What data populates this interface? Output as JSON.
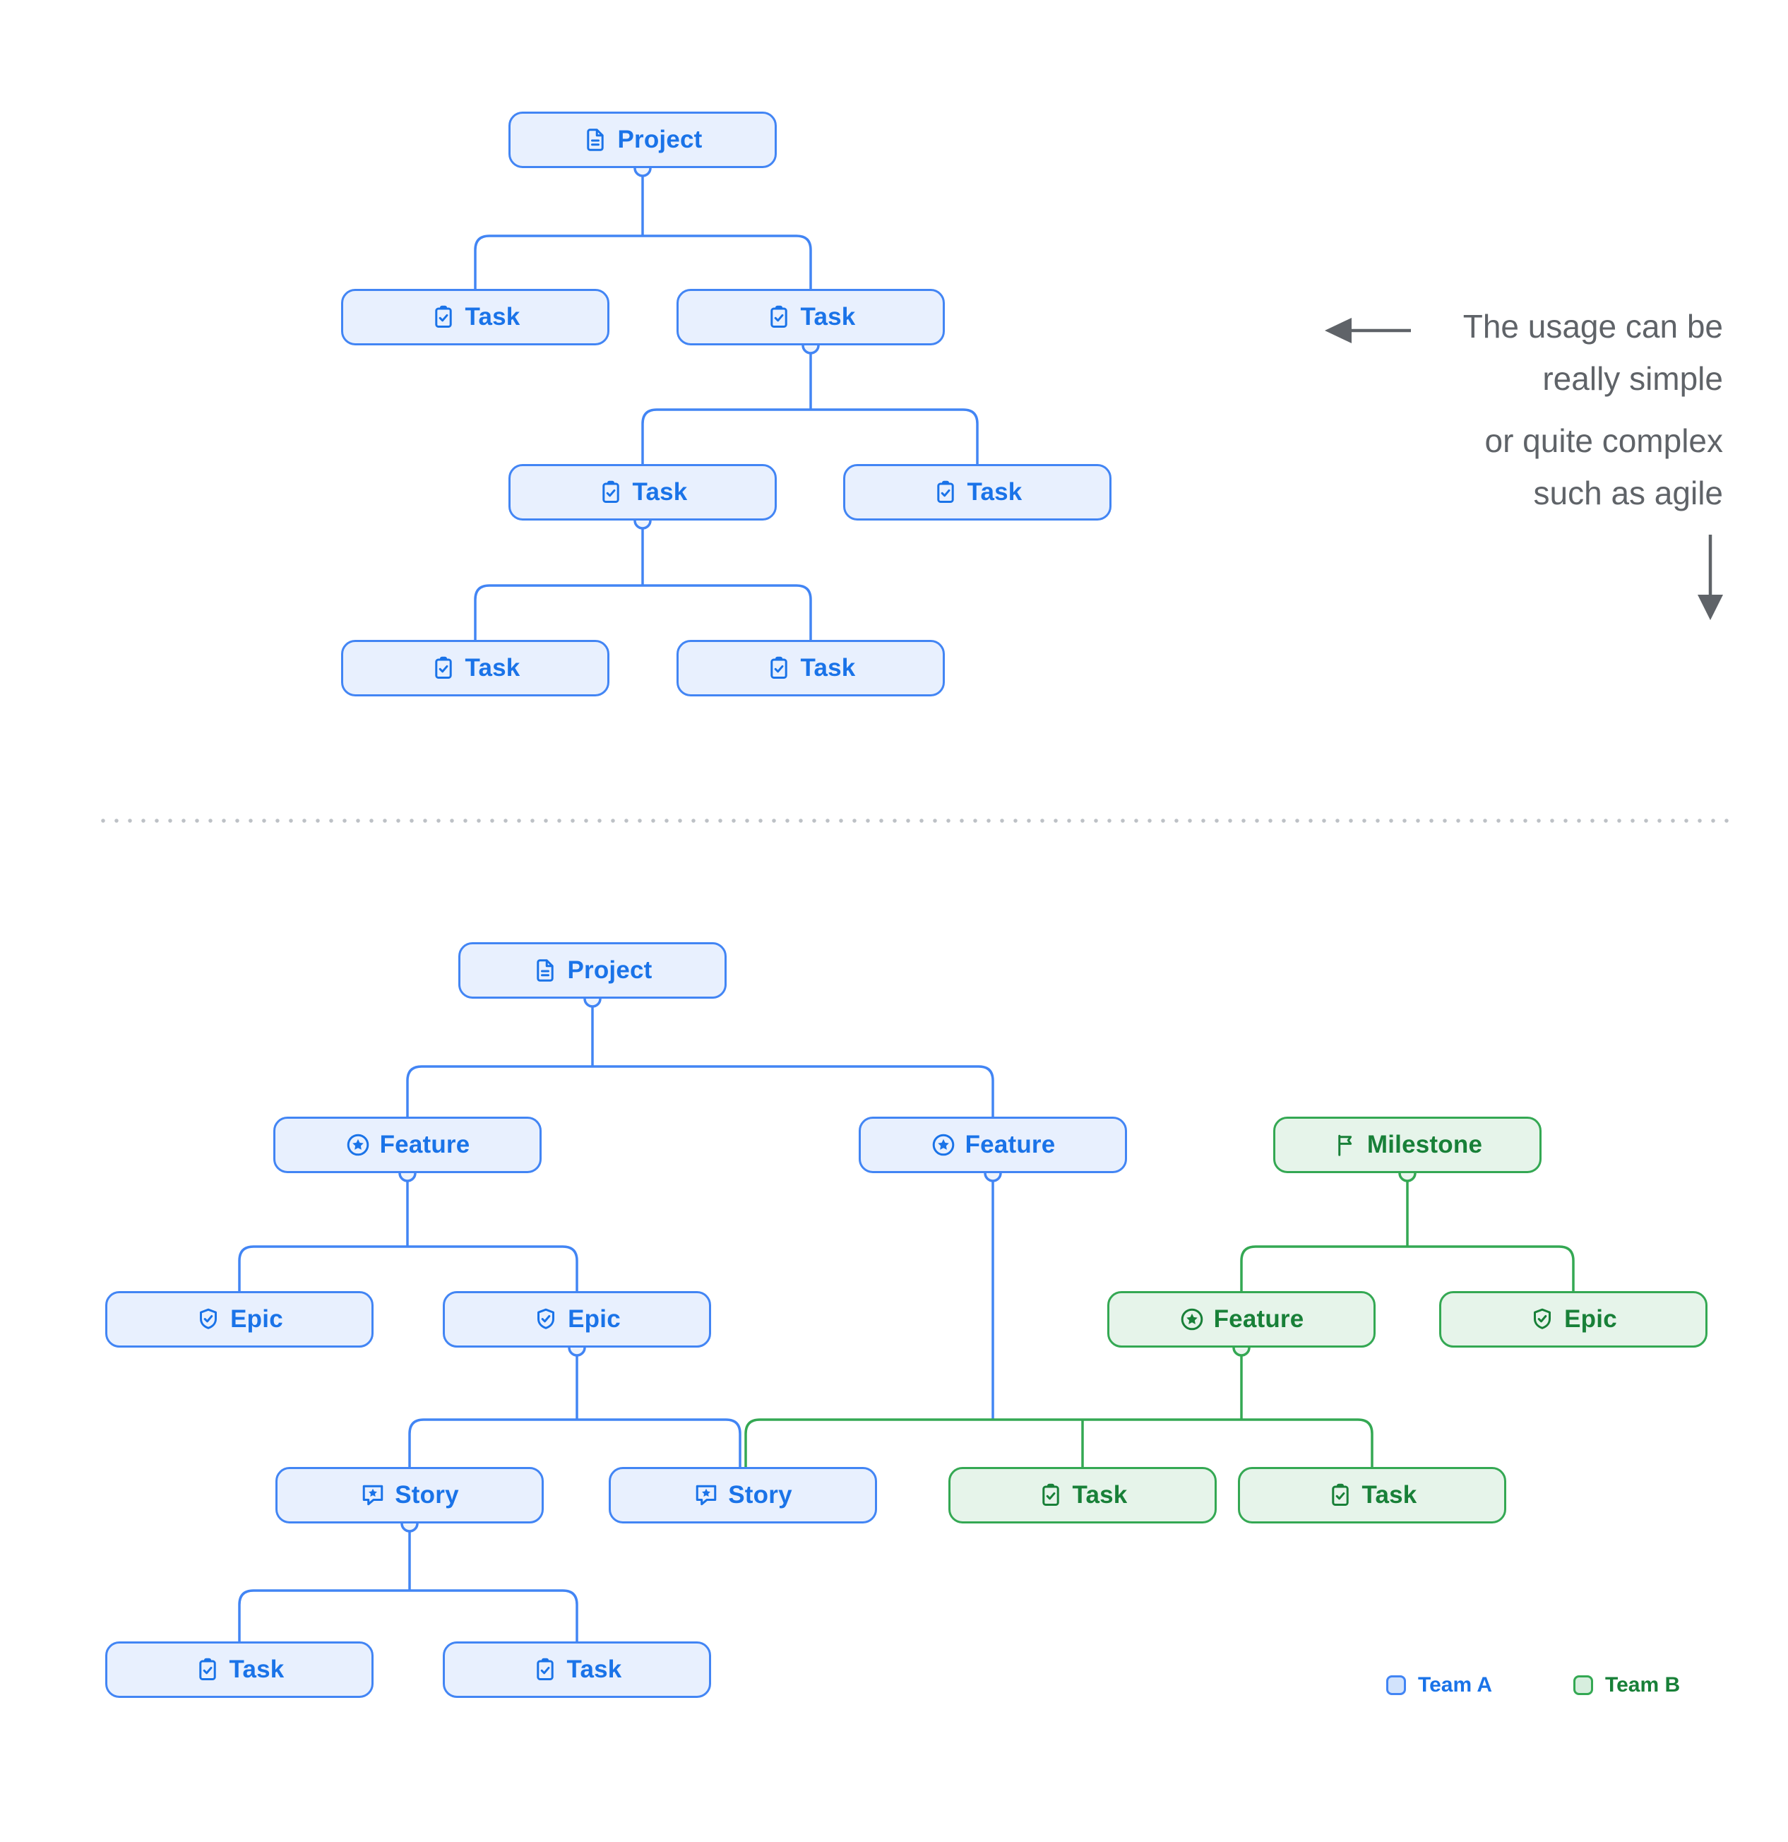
{
  "palette": {
    "team_a_border": "#4285f4",
    "team_a_fill": "#e8f0fe",
    "team_a_text": "#1a73e8",
    "team_b_border": "#34a853",
    "team_b_fill": "#e6f4ea",
    "team_b_text": "#188038",
    "annotation_text": "#5f6368",
    "divider_dots": "#bdc1c6"
  },
  "icons": {
    "project": "document-icon",
    "task": "clipboard-check-icon",
    "feature": "star-circle-icon",
    "epic": "shield-check-icon",
    "story": "story-bubble-star-icon",
    "milestone": "flag-icon"
  },
  "nodes": {
    "top_project": {
      "label": "Project",
      "team": "A"
    },
    "top_task_1a": {
      "label": "Task",
      "team": "A"
    },
    "top_task_1b": {
      "label": "Task",
      "team": "A"
    },
    "top_task_2a": {
      "label": "Task",
      "team": "A"
    },
    "top_task_2b": {
      "label": "Task",
      "team": "A"
    },
    "top_task_3a": {
      "label": "Task",
      "team": "A"
    },
    "top_task_3b": {
      "label": "Task",
      "team": "A"
    },
    "bottom_project": {
      "label": "Project",
      "team": "A"
    },
    "bottom_feature_1": {
      "label": "Feature",
      "team": "A"
    },
    "bottom_feature_2": {
      "label": "Feature",
      "team": "A"
    },
    "bottom_milestone": {
      "label": "Milestone",
      "team": "B"
    },
    "bottom_epic_1": {
      "label": "Epic",
      "team": "A"
    },
    "bottom_epic_2": {
      "label": "Epic",
      "team": "A"
    },
    "bottom_feature_g": {
      "label": "Feature",
      "team": "B"
    },
    "bottom_epic_g": {
      "label": "Epic",
      "team": "B"
    },
    "bottom_story_1": {
      "label": "Story",
      "team": "A"
    },
    "bottom_story_2": {
      "label": "Story",
      "team": "A"
    },
    "bottom_task_g1": {
      "label": "Task",
      "team": "B"
    },
    "bottom_task_g2": {
      "label": "Task",
      "team": "B"
    },
    "bottom_task_1": {
      "label": "Task",
      "team": "A"
    },
    "bottom_task_2": {
      "label": "Task",
      "team": "A"
    }
  },
  "annotation": {
    "line_1": "The usage can be",
    "line_2": "really simple",
    "line_3": "or quite complex",
    "line_4": "such as agile"
  },
  "legend": {
    "team_a_label": "Team A",
    "team_b_label": "Team B"
  }
}
